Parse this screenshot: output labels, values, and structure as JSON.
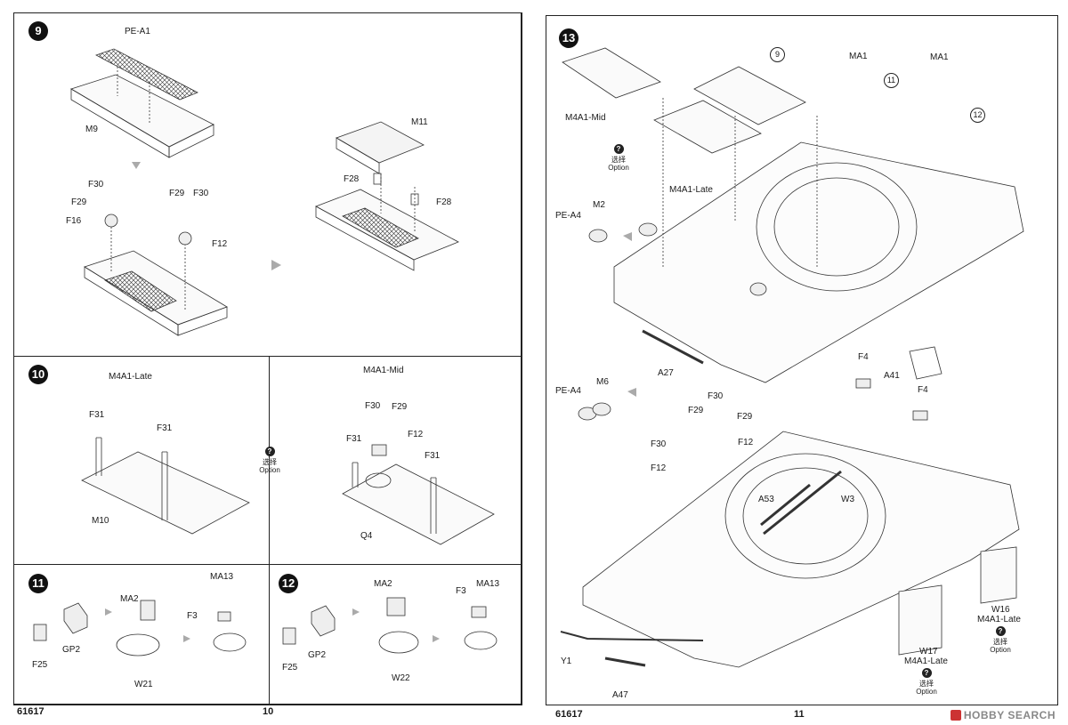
{
  "left_page": {
    "page_number": "10",
    "product_code": "61617",
    "step9": {
      "number": "9",
      "labels": [
        "PE-A1",
        "M9",
        "M11",
        "F28",
        "F28",
        "F30",
        "F29",
        "F16",
        "F29",
        "F30",
        "F12"
      ]
    },
    "step10": {
      "number": "10",
      "late_title": "M4A1-Late",
      "mid_title": "M4A1-Mid",
      "late_labels": [
        "F31",
        "F31",
        "M10"
      ],
      "mid_labels": [
        "F30",
        "F29",
        "F31",
        "F12",
        "F31",
        "Q4"
      ],
      "option_zh": "选择",
      "option_en": "Option"
    },
    "step11": {
      "number": "11",
      "labels": [
        "F25",
        "GP2",
        "MA2",
        "W21",
        "MA13",
        "F3"
      ]
    },
    "step12": {
      "number": "12",
      "labels": [
        "F25",
        "GP2",
        "MA2",
        "W22",
        "F3",
        "MA13"
      ]
    }
  },
  "right_page": {
    "page_number": "11",
    "product_code": "61617",
    "step13": {
      "number": "13",
      "refs": [
        "9",
        "11",
        "12"
      ],
      "labels": [
        "M4A1-Mid",
        "M4A1-Late",
        "MA1",
        "MA1",
        "PE-A4",
        "M2",
        "A27",
        "PE-A4",
        "M6",
        "F4",
        "A41",
        "F4",
        "F30",
        "F29",
        "F29",
        "F30",
        "F12",
        "F12",
        "A53",
        "W3",
        "Y1",
        "A47"
      ],
      "option_zh": "选择",
      "option_en": "Option",
      "w16": "W16",
      "w16_variant": "M4A1-Late",
      "w17": "W17",
      "w17_variant": "M4A1-Late"
    }
  },
  "watermark": "HOBBY SEARCH"
}
